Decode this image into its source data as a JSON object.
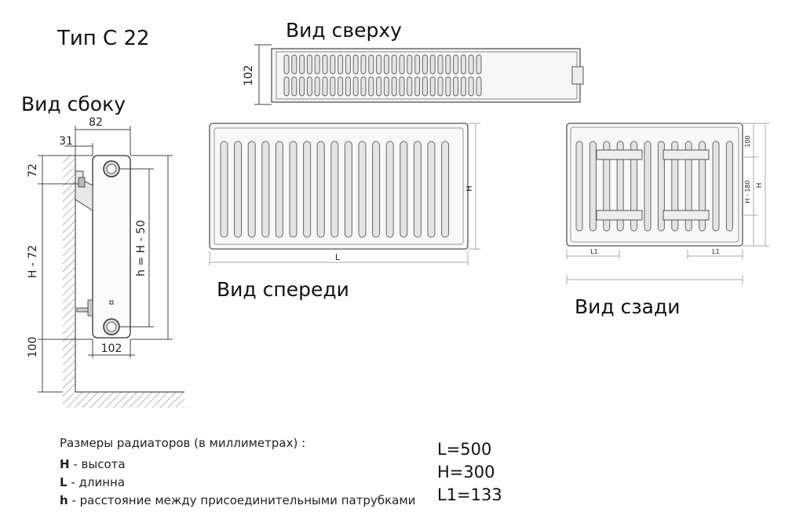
{
  "type_label": "Тип С 22",
  "views": {
    "top": "Вид сверху",
    "side": "Вид сбоку",
    "front": "Вид спереди",
    "back": "Вид сзади"
  },
  "dimensions": {
    "top_depth": "102",
    "side_width": "82",
    "side_offset": "31",
    "side_top": "72",
    "side_height": "H - 72",
    "side_bottom": "100",
    "side_connection": "h = H - 50",
    "side_base": "102",
    "front_height": "H",
    "front_length": "L",
    "back_top": "100",
    "back_mid": "H - 180",
    "back_height": "H",
    "back_l1_left": "L1",
    "back_l1_right": "L1"
  },
  "legend": {
    "header": "Размеры радиаторов (в миллиметрах)  :",
    "rows": [
      {
        "key": "H",
        "desc": " - высота"
      },
      {
        "key": "L",
        "desc": " - длинна"
      },
      {
        "key": "h",
        "desc": " - расстояние между присоединительными патрубками"
      }
    ]
  },
  "values": {
    "L": "L=500",
    "H": "H=300",
    "L1": "L1=133"
  }
}
